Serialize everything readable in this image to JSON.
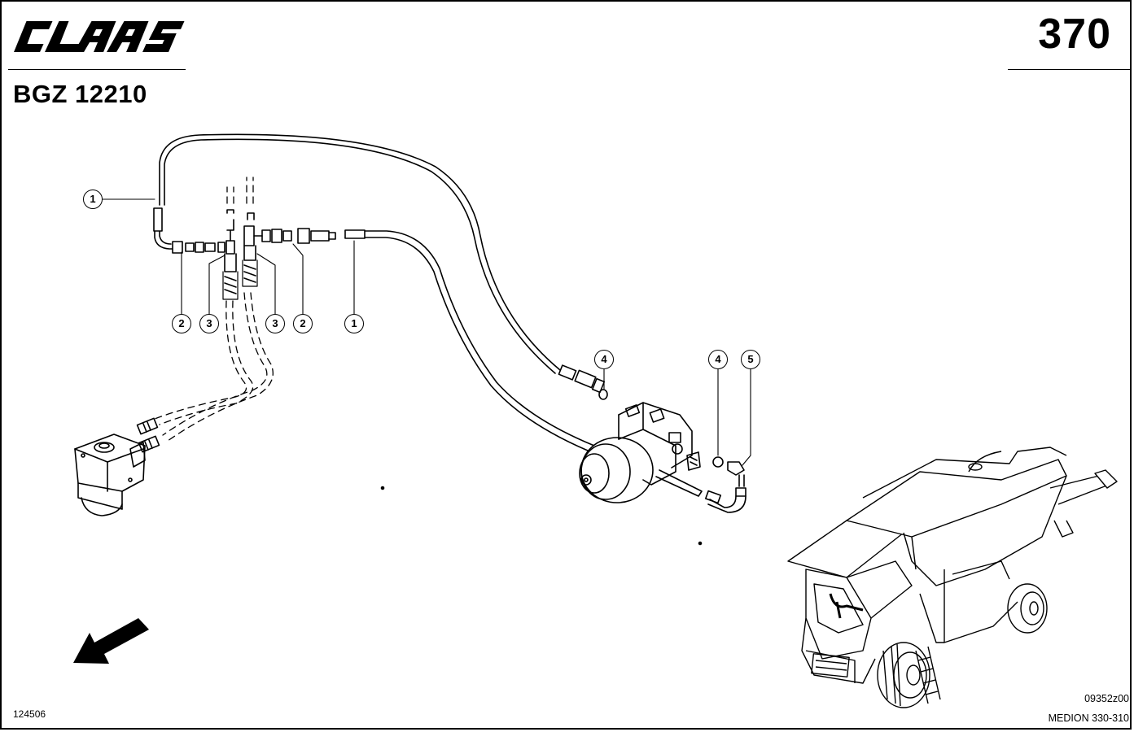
{
  "header": {
    "brand": "CLAAS",
    "page_number": "370",
    "group_code": "BGZ 12210"
  },
  "diagram": {
    "callouts": [
      {
        "label": "1"
      },
      {
        "label": "2"
      },
      {
        "label": "3"
      },
      {
        "label": "3"
      },
      {
        "label": "2"
      },
      {
        "label": "1"
      },
      {
        "label": "4"
      },
      {
        "label": "4"
      },
      {
        "label": "5"
      }
    ],
    "icons": [
      "direction-arrow-icon",
      "combine-harvester-icon",
      "steering-unit-icon",
      "steering-cylinder-icon"
    ]
  },
  "footer": {
    "drawing_number": "124506",
    "image_code": "09352z00",
    "model": "MEDION 330-310"
  }
}
